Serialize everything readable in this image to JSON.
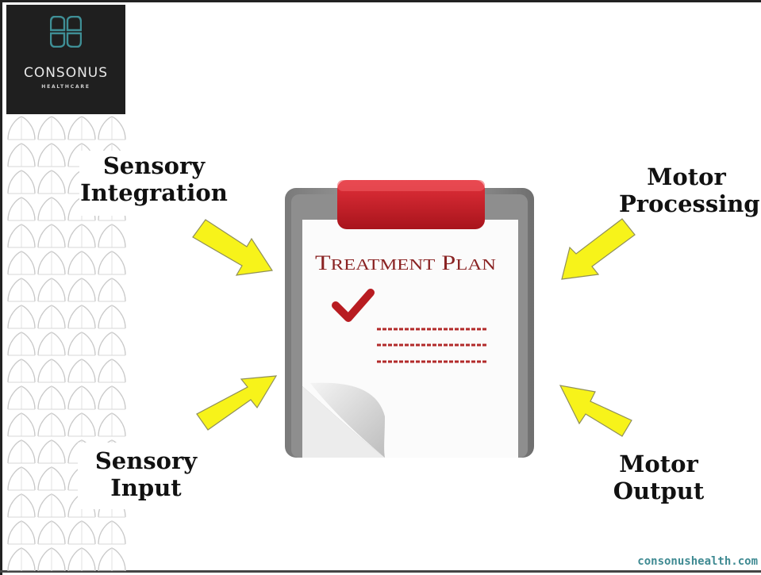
{
  "logo": {
    "name": "CONSONUS",
    "tagline": "HEALTHCARE",
    "icon": "four-petal-logo-icon",
    "colors": {
      "background": "#1f1f1f",
      "mark": "#3f8f96",
      "text": "#e8e8e8"
    }
  },
  "diagram": {
    "top_left_label": {
      "line1": "Sensory",
      "line2": "Integration"
    },
    "top_right_label": {
      "line1": "Motor",
      "line2": "Processing"
    },
    "bottom_left_label": {
      "line1": "Sensory",
      "line2": "Input"
    },
    "bottom_right_label": {
      "line1": "Motor",
      "line2": "Output"
    },
    "center_image": {
      "title": "Treatment Plan",
      "icon": "clipboard-checklist-icon"
    },
    "arrow_color": "#f7f31a"
  },
  "footer": {
    "url": "consonushealth.com"
  }
}
